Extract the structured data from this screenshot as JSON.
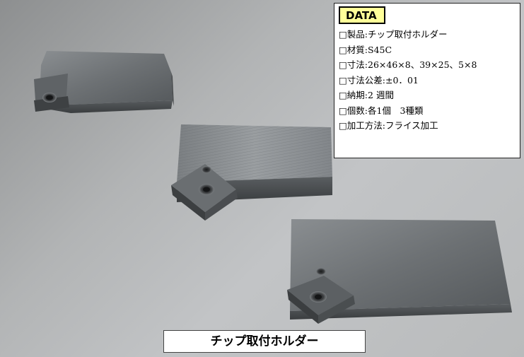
{
  "data_box": {
    "header": "DATA",
    "items": [
      "□製品:チップ取付ホルダー",
      "□材質:S45C",
      "□寸法:26×46×8、39×25、5×8",
      "□寸法公差:±0．01",
      "□納期:2 週間",
      "□個数:各1個　3種類",
      "□加工方法:フライス加工"
    ]
  },
  "caption": "チップ取付ホルダー",
  "colors": {
    "header_bg": "#ffff99",
    "metal_dark": "#3f4244",
    "metal_mid": "#6e7275",
    "metal_light": "#9a9ea1",
    "background": "#b8babb"
  }
}
